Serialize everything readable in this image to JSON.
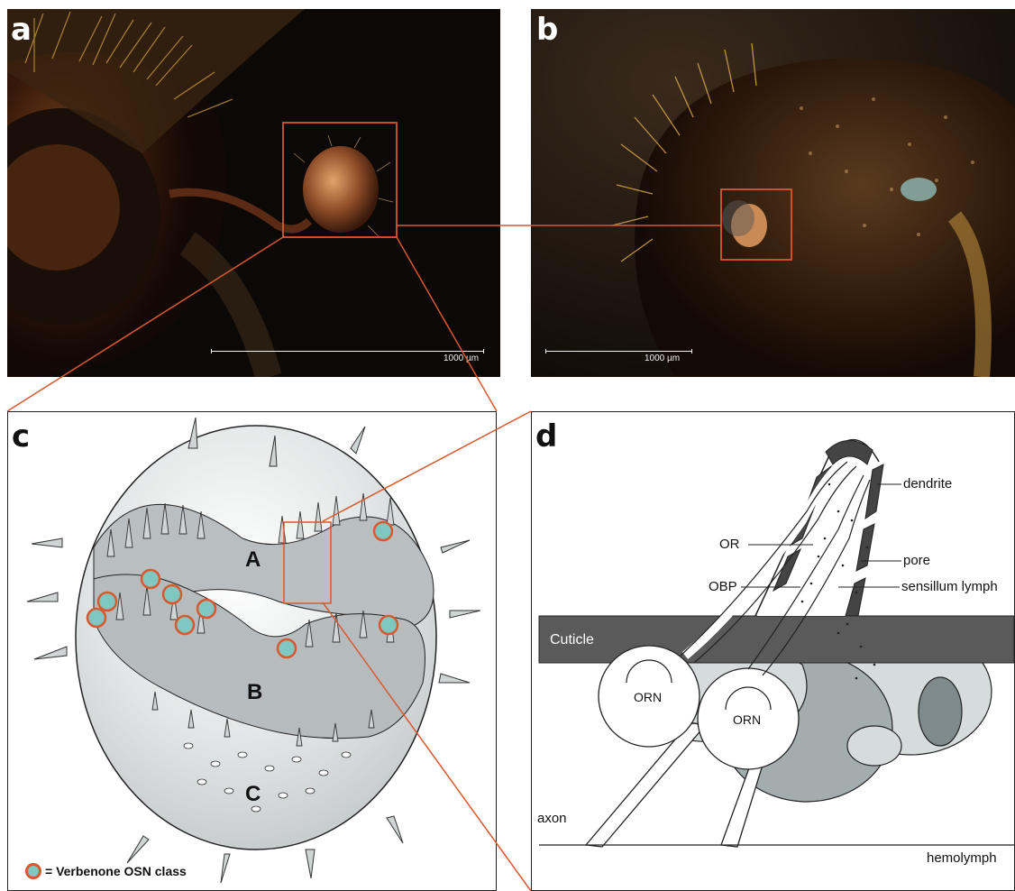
{
  "panels": {
    "a": {
      "label": "a",
      "scale_bar": "1000 µm"
    },
    "b": {
      "label": "b",
      "scale_bar": "1000 µm"
    },
    "c": {
      "label": "c",
      "zones": [
        "A",
        "B",
        "C"
      ],
      "legend": "= Verbenone OSN class"
    },
    "d": {
      "label": "d",
      "labels": {
        "dendrite": "dendrite",
        "or": "OR",
        "pore": "pore",
        "obp": "OBP",
        "sensillum_lymph": "sensillum lymph",
        "cuticle": "Cuticle",
        "orn1": "ORN",
        "orn2": "ORN",
        "axon": "axon",
        "hemolymph": "hemolymph"
      }
    }
  },
  "colors": {
    "highlight": "#d9582f",
    "osn_fill": "#7fc7c0",
    "cuticle": "#5a5a5a",
    "cell_light": "#d6dcdc",
    "cell_mid": "#a4adae",
    "cell_dark": "#7f8a8d"
  }
}
